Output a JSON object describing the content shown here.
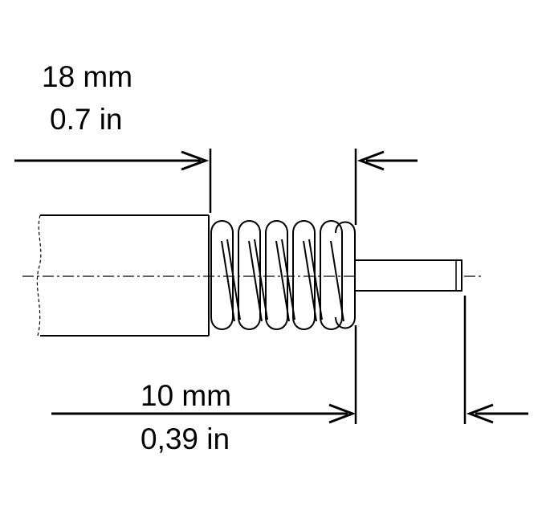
{
  "dimensions": {
    "strip_length": {
      "metric": "18 mm",
      "imperial": "0.7 in"
    },
    "conductor_length": {
      "metric": "10 mm",
      "imperial": "0,39 in"
    }
  },
  "colors": {
    "line": "#000000",
    "background": "#ffffff"
  }
}
